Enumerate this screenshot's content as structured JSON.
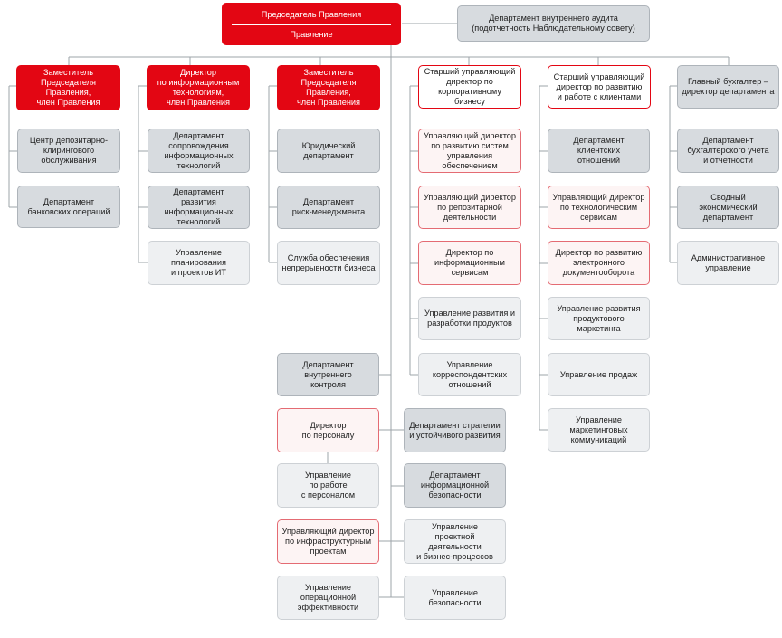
{
  "chairman": {
    "title": "Председатель Правления",
    "subtitle": "Правление"
  },
  "audit": "Департамент внутреннего аудита\n(подотчетность Наблюдательному совету)",
  "col1": {
    "head": "Заместитель\nПредседателя\nПравления,\nчлен Правления",
    "items": [
      "Центр депозитарно-\nклирингового\nобслуживания",
      "Департамент\nбанковских операций"
    ]
  },
  "col2": {
    "head": "Директор\nпо информационным\nтехнологиям,\nчлен Правления",
    "items": [
      "Департамент\nсопровождения\nинформационных\nтехнологий",
      "Департамент\nразвития\nинформационных\nтехнологий",
      "Управление\nпланирования\nи проектов ИТ"
    ]
  },
  "col3": {
    "head": "Заместитель\nПредседателя\nПравления,\nчлен Правления",
    "items": [
      "Юридический\nдепартамент",
      "Департамент\nриск-менеджмента",
      "Служба обеспечения\nнепрерывности бизнеса"
    ]
  },
  "col4": {
    "head": "Старший управляющий\nдиректор по\nкорпоративному бизнесу",
    "items": [
      "Управляющий директор\nпо развитию систем\nуправления\nобеспечением",
      "Управляющий директор\nпо репозитарной\nдеятельности",
      "Директор по\nинформационным\nсервисам",
      "Управление развития и\nразработки продуктов",
      "Управление\nкорреспондентских\nотношений"
    ]
  },
  "col5": {
    "head": "Старший управляющий\nдиректор по развитию\nи работе с клиентами",
    "items": [
      "Департамент\nклиентских\nотношений",
      "Управляющий директор\nпо технологическим\nсервисам",
      "Директор по развитию\nэлектронного\nдокументооборота",
      "Управление развития\nпродуктового\nмаркетинга",
      "Управление продаж",
      "Управление\nмаркетинговых\nкоммуникаций"
    ]
  },
  "col6": {
    "head": "Главный бухгалтер –\nдиректор департамента",
    "items": [
      "Департамент\nбухгалтерского учета\nи отчетности",
      "Сводный\nэкономический\nдепартамент",
      "Административное\nуправление"
    ]
  },
  "lower_left": {
    "internal_control": "Департамент внутреннего\nконтроля",
    "hr_director": "Директор\nпо персоналу",
    "hr_management": "Управление\nпо работе\nс персоналом",
    "infra_director": "Управляющий директор\nпо инфраструктурным\nпроектам",
    "efficiency": "Управление\nоперационной\nэффективности"
  },
  "lower_right": {
    "strategy": "Департамент стратегии\nи устойчивого развития",
    "infosec": "Департамент\nинформационной\nбезопасности",
    "projects": "Управление\nпроектной деятельности\nи бизнес-процессов",
    "security": "Управление\nбезопасности"
  }
}
